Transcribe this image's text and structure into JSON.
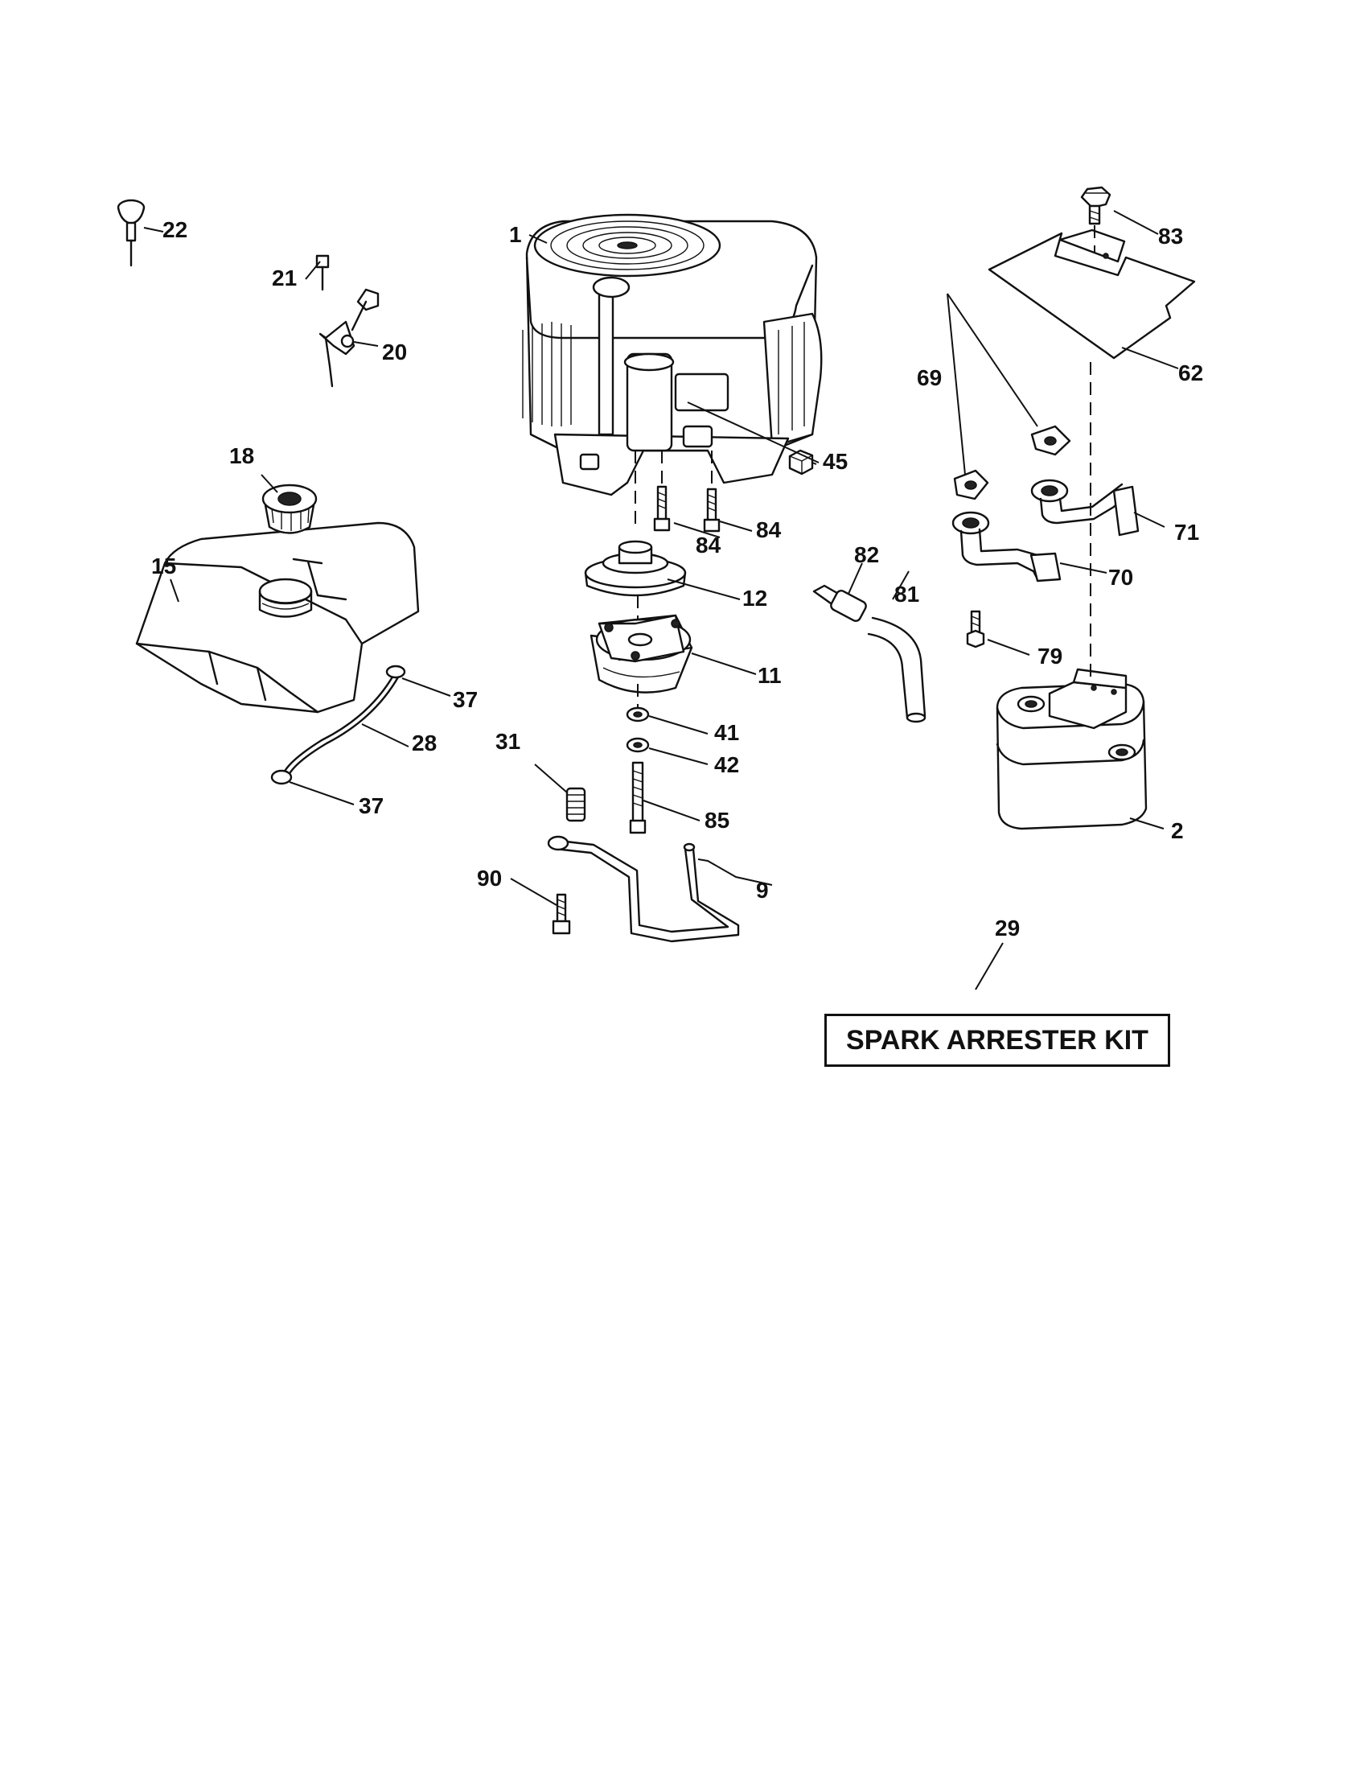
{
  "diagram": {
    "callouts": {
      "p1": "1",
      "p2": "2",
      "p9": "9",
      "p11": "11",
      "p12": "12",
      "p15": "15",
      "p18": "18",
      "p20": "20",
      "p21": "21",
      "p22": "22",
      "p28": "28",
      "p29": "29",
      "p31": "31",
      "p37a": "37",
      "p37b": "37",
      "p41": "41",
      "p42": "42",
      "p45": "45",
      "p62": "62",
      "p69": "69",
      "p70": "70",
      "p71": "71",
      "p79": "79",
      "p81": "81",
      "p82": "82",
      "p83": "83",
      "p84a": "84",
      "p84b": "84",
      "p85": "85",
      "p90": "90"
    },
    "kit_label": "SPARK ARRESTER KIT"
  }
}
